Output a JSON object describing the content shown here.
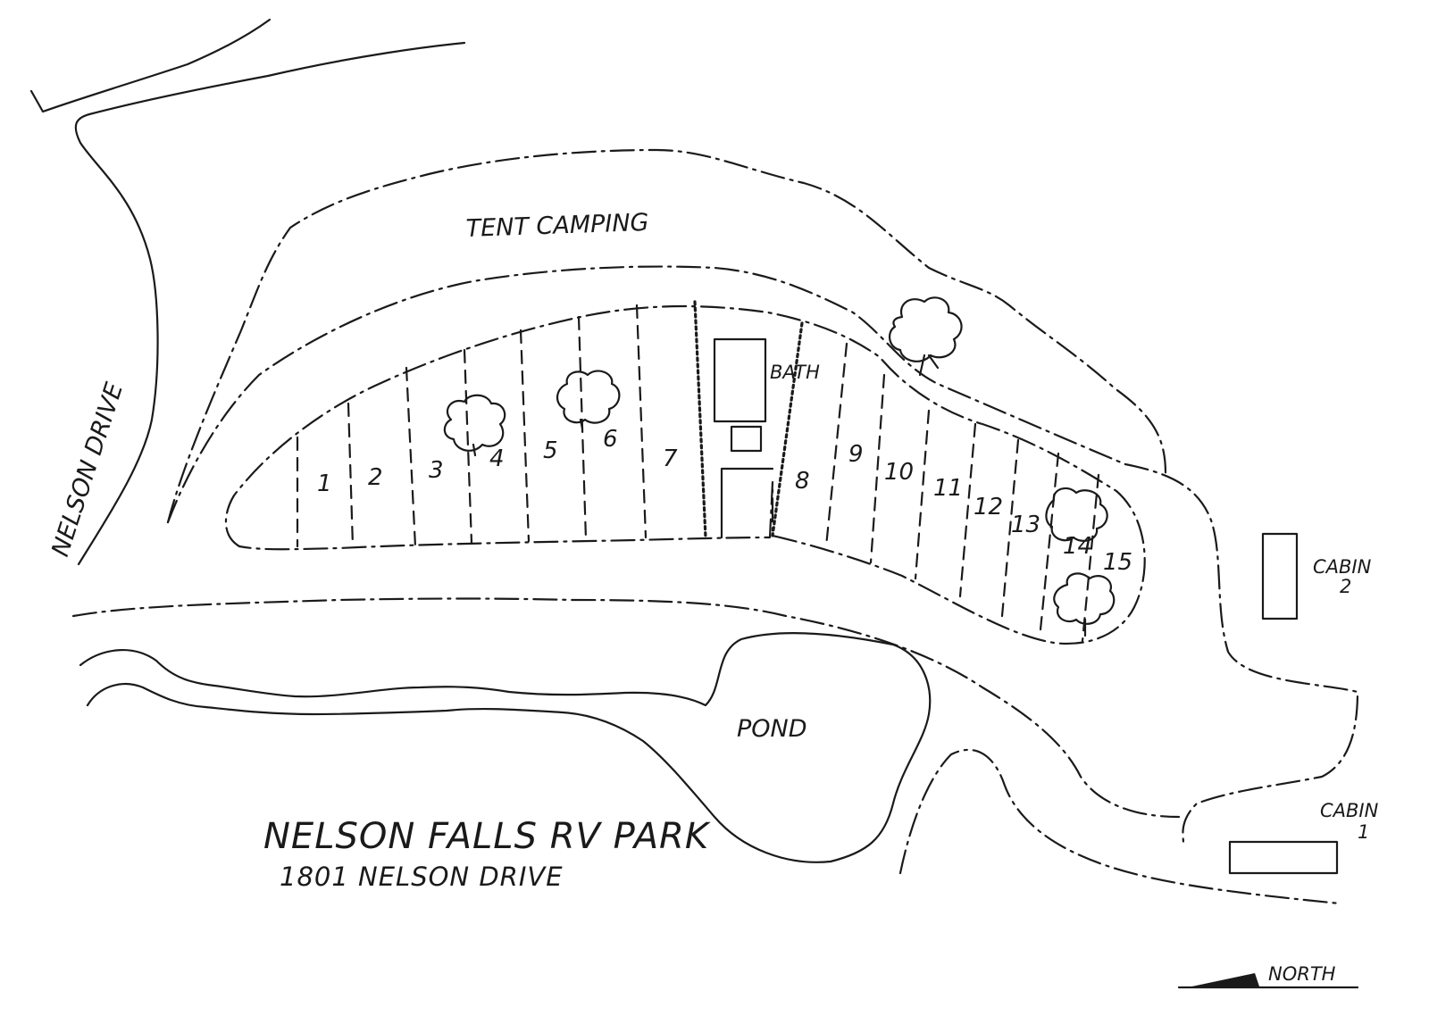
{
  "labels": {
    "road": "NELSON DRIVE",
    "tent_camping": "TENT CAMPING",
    "bath": "BATH",
    "pond": "POND",
    "cabin_2": {
      "word": "CABIN",
      "number": "2"
    },
    "cabin_1": {
      "word": "CABIN",
      "number": "1"
    },
    "north": "NORTH"
  },
  "title": "NELSON FALLS RV PARK",
  "address": "1801 NELSON DRIVE",
  "sites": [
    "1",
    "2",
    "3",
    "4",
    "5",
    "6",
    "7",
    "8",
    "9",
    "10",
    "11",
    "12",
    "13",
    "14",
    "15"
  ],
  "colors": {
    "ink": "#1a1a1a",
    "paper": "#ffffff"
  }
}
